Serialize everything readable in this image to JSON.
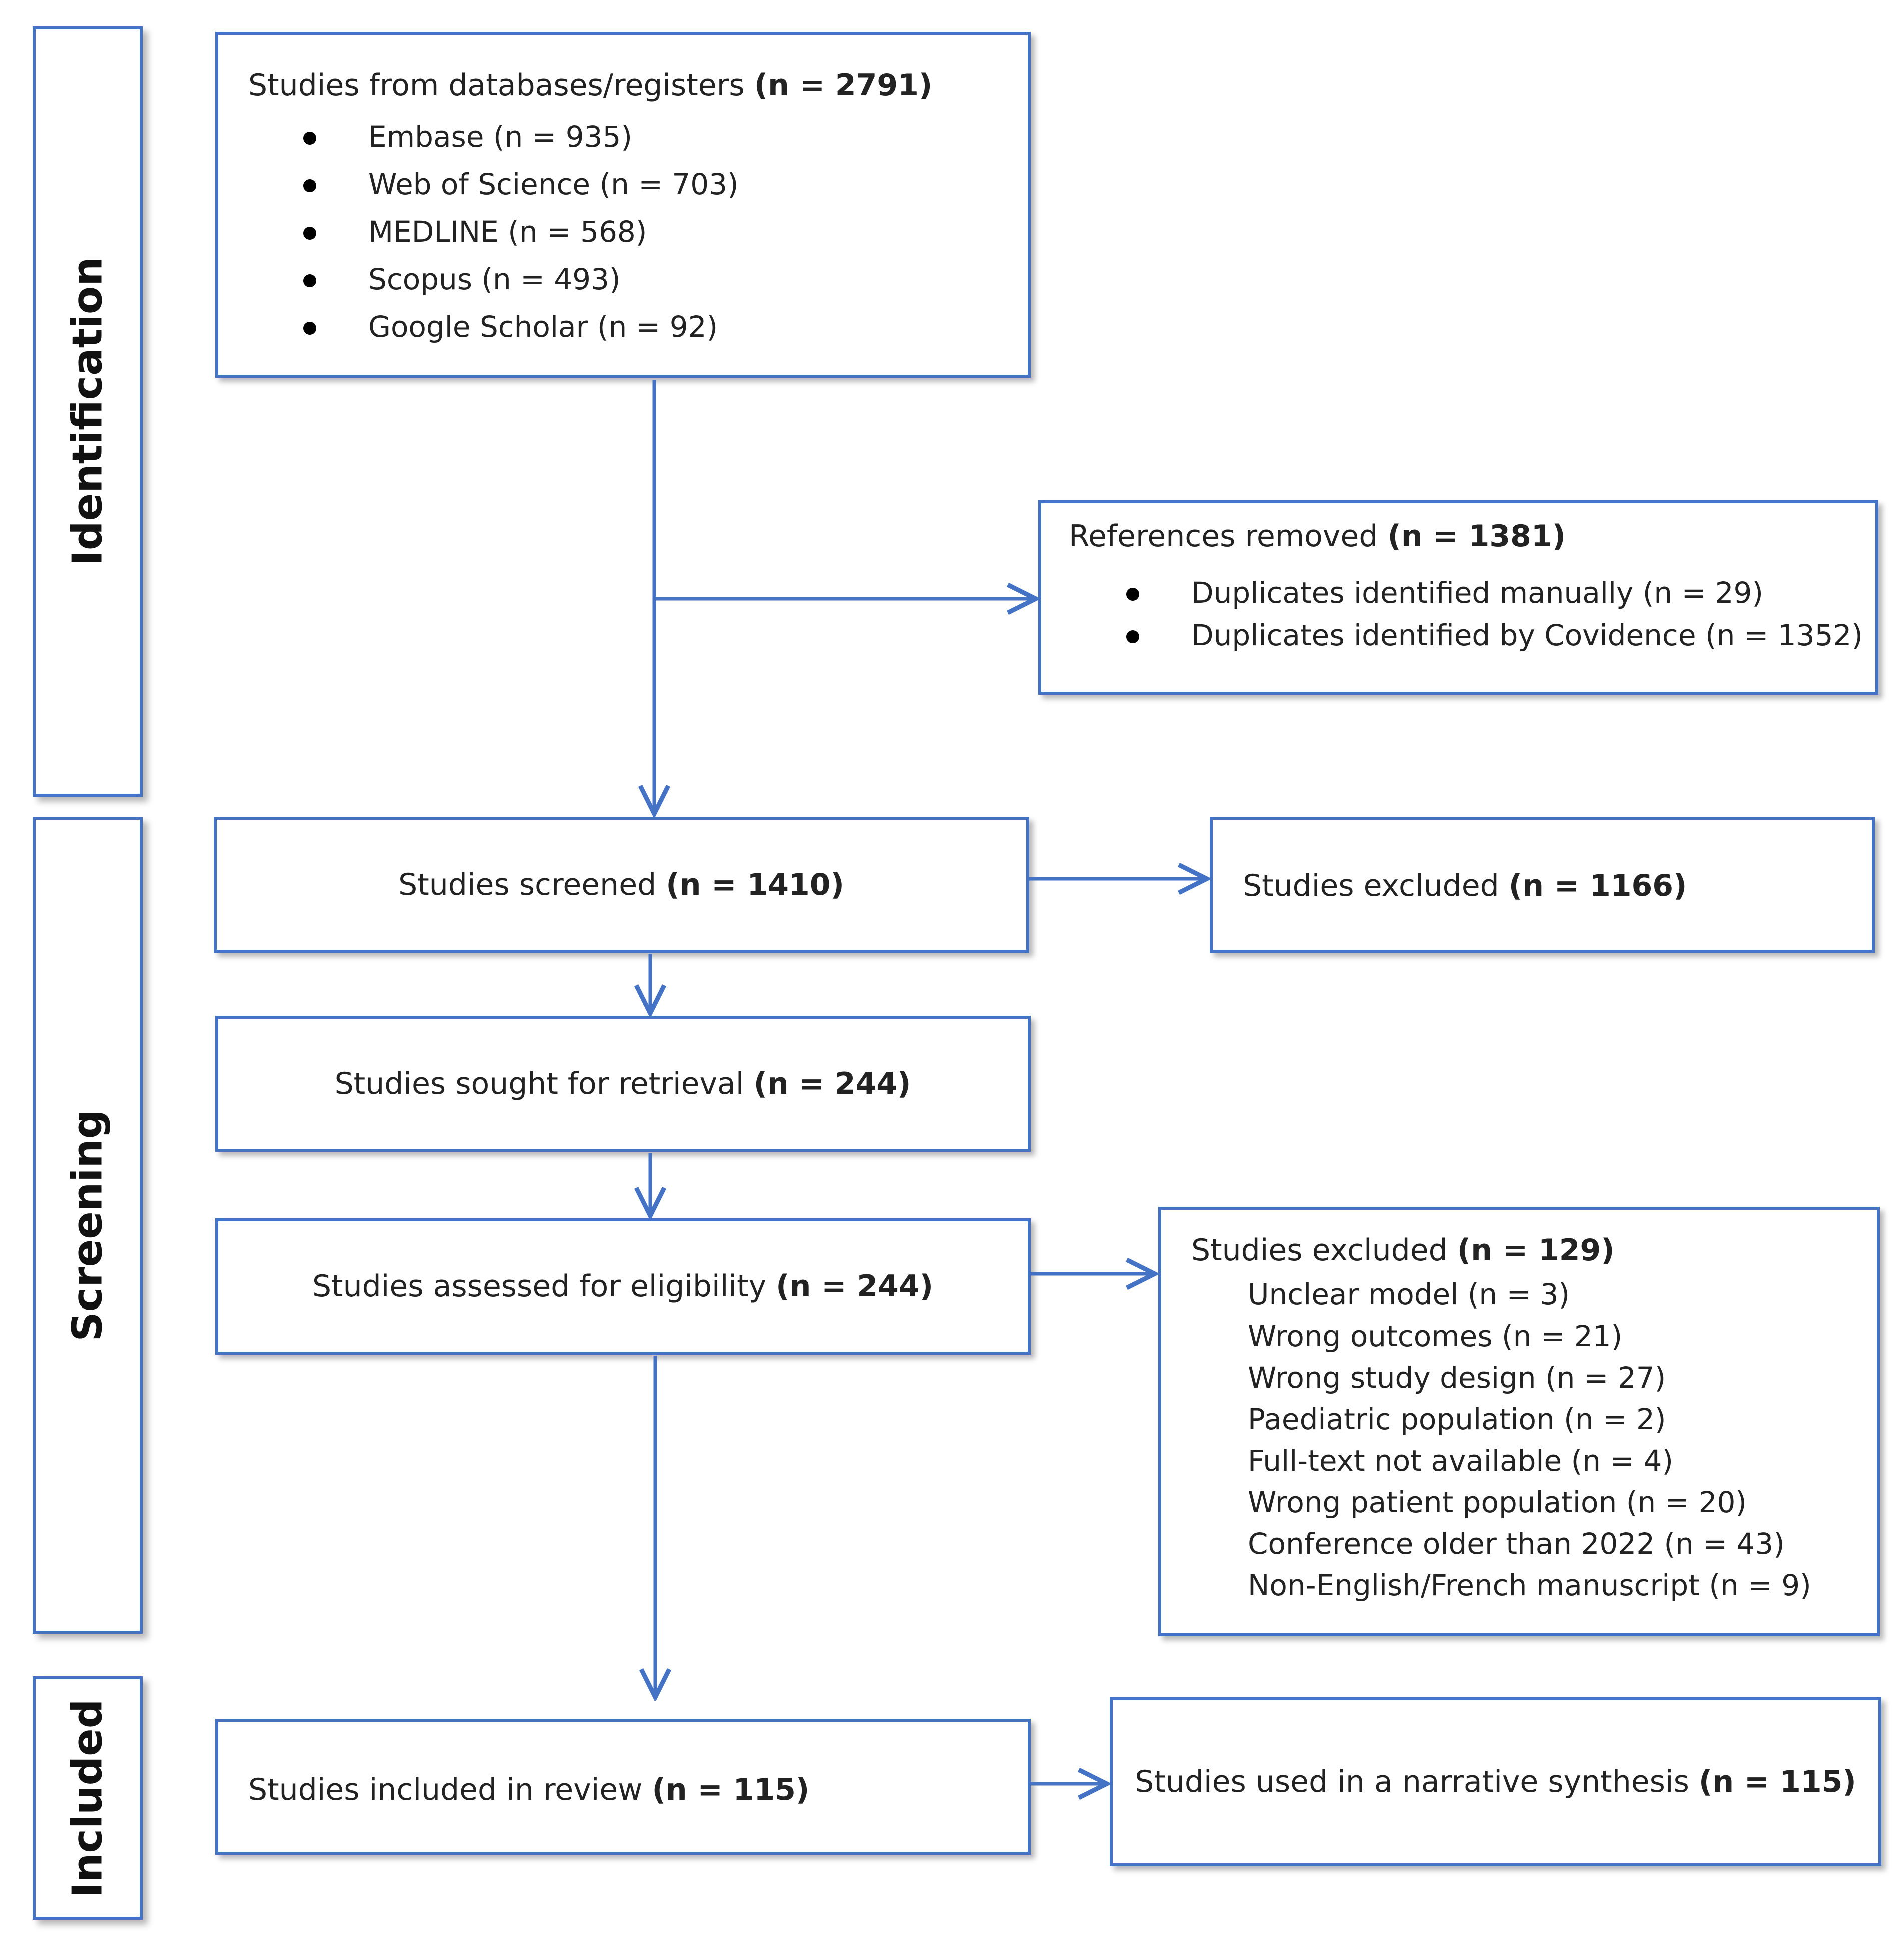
{
  "stages": {
    "identification": "Identification",
    "screening": "Screening",
    "included": "Included"
  },
  "identification_box": {
    "title": "Studies from databases/registers ",
    "count": "(n = 2791)",
    "items": [
      "Embase (n = 935)",
      "Web of Science (n = 703)",
      "MEDLINE (n = 568)",
      "Scopus (n = 493)",
      "Google Scholar (n = 92)"
    ]
  },
  "removed_box": {
    "title": "References removed ",
    "count": "(n = 1381)",
    "items": [
      "Duplicates identified manually (n = 29)",
      "Duplicates identified by Covidence (n = 1352)"
    ]
  },
  "screened_box": {
    "title": "Studies screened ",
    "count": "(n = 1410)"
  },
  "screen_excluded_box": {
    "title": "Studies excluded ",
    "count": "(n = 1166)"
  },
  "retrieval_box": {
    "title": "Studies sought for retrieval ",
    "count": "(n = 244)"
  },
  "eligibility_box": {
    "title": "Studies assessed for eligibility ",
    "count": "(n = 244)"
  },
  "eligibility_excluded_box": {
    "title": "Studies excluded ",
    "count": "(n = 129)",
    "items": [
      "Unclear model (n = 3)",
      "Wrong outcomes (n = 21)",
      "Wrong study design (n = 27)",
      "Paediatric population (n = 2)",
      "Full-text not available (n = 4)",
      "Wrong patient population (n = 20)",
      "Conference older than 2022 (n = 43)",
      "Non-English/French manuscript (n = 9)"
    ]
  },
  "included_box": {
    "title": "Studies included in review ",
    "count": "(n = 115)"
  },
  "synthesis_box": {
    "title": "Studies used in a narrative synthesis ",
    "count": "(n = 115)"
  },
  "colors": {
    "border": "#4472c4",
    "arrow": "#4472c4",
    "text": "#222222"
  }
}
